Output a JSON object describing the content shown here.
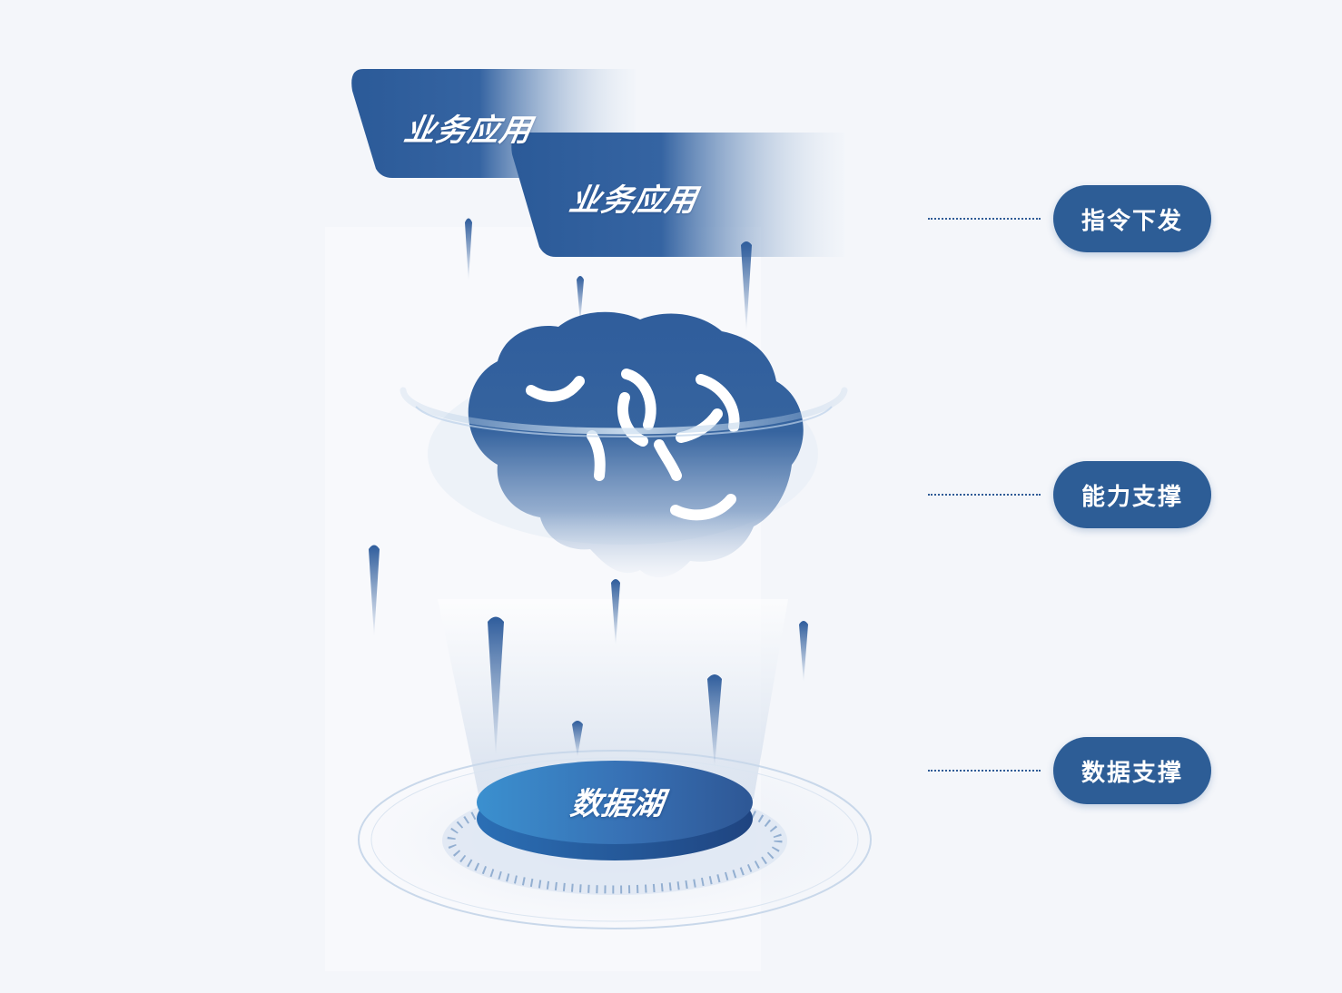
{
  "banners": [
    {
      "label": "业务应用"
    },
    {
      "label": "业务应用"
    }
  ],
  "core": {
    "icon": "brain-icon"
  },
  "base": {
    "label": "数据湖"
  },
  "layers": [
    {
      "label": "指令下发"
    },
    {
      "label": "能力支撑"
    },
    {
      "label": "数据支撑"
    }
  ],
  "colors": {
    "primary": "#2d5d96",
    "brain": "#2f5d9c",
    "lake_light": "#3a8fd0",
    "background": "#f4f6fa"
  }
}
